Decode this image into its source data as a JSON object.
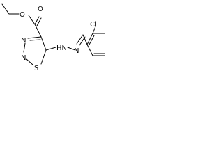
{
  "molecule": {
    "atoms": {
      "ester_oxygen_top": "O",
      "ester_oxygen_ring_side": "O",
      "ring_nitrogen_top": "N",
      "ring_nitrogen_bottom": "N",
      "ring_sulfur": "S",
      "hydrazone_nh": "HN",
      "hydrazone_n": "N",
      "chlorine": "Cl"
    }
  }
}
